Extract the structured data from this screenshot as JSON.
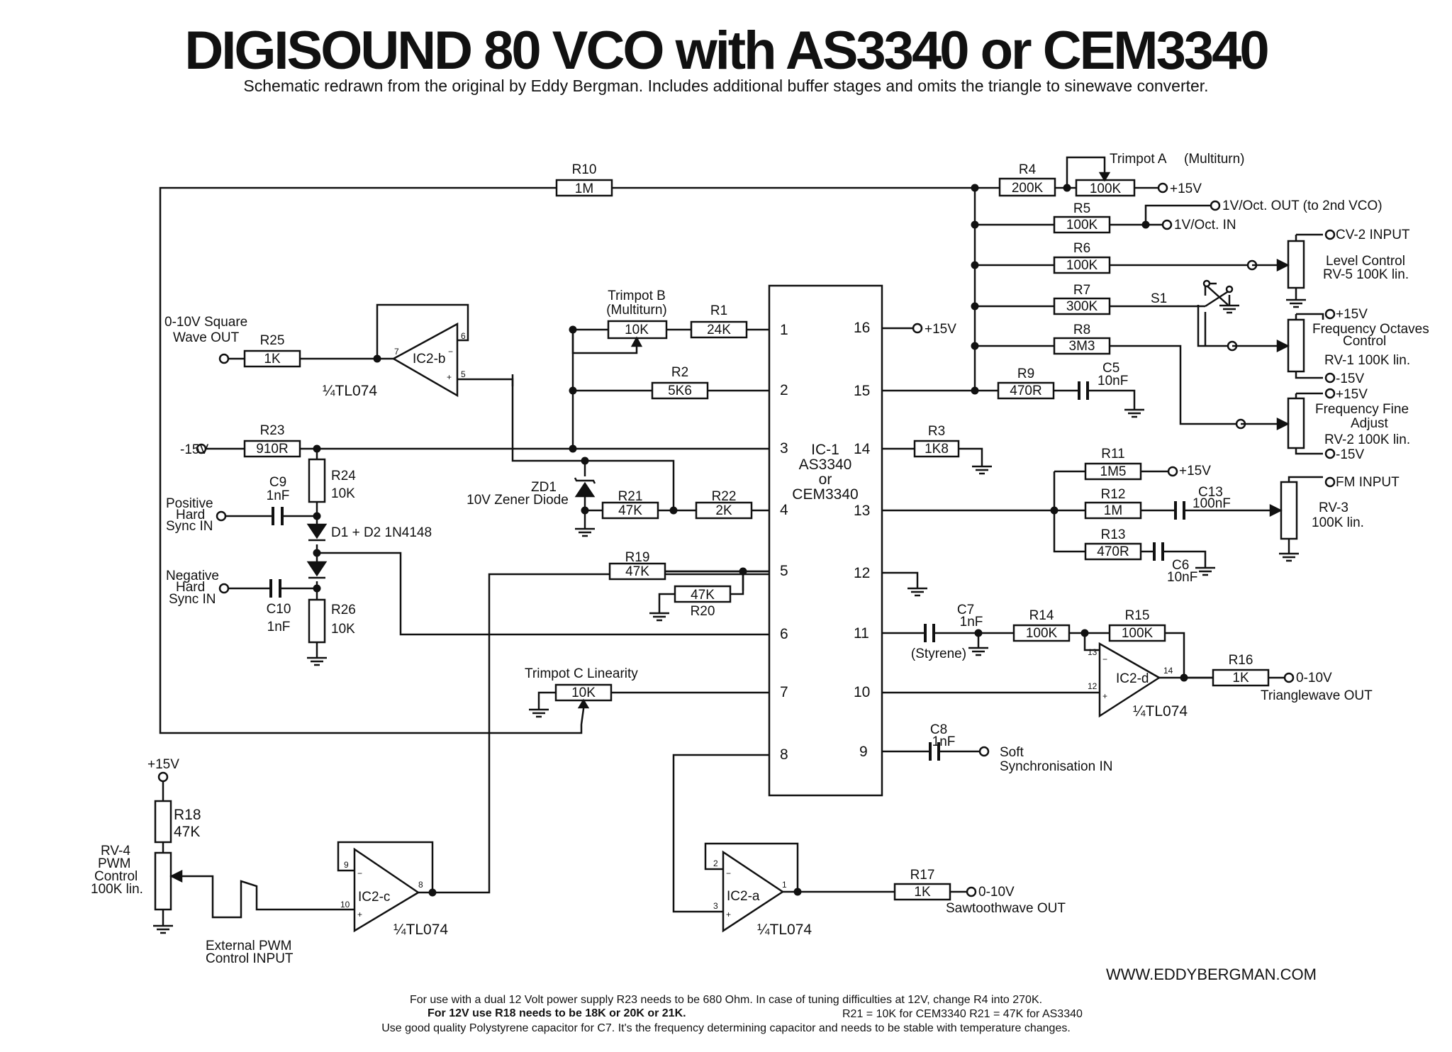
{
  "title": "DIGISOUND 80 VCO with AS3340 or CEM3340",
  "subtitle": "Schematic redrawn from the original by Eddy Bergman. Includes additional buffer stages and omits the triangle to sinewave converter.",
  "ic1": {
    "l1": "IC-1",
    "l2": "AS3340",
    "l3": "or",
    "l4": "CEM3340",
    "pins": [
      "1",
      "2",
      "3",
      "4",
      "5",
      "6",
      "7",
      "8",
      "9",
      "10",
      "11",
      "12",
      "13",
      "14",
      "15",
      "16"
    ]
  },
  "opamps": {
    "b": {
      "name": "IC2-b",
      "part": "¼TL074",
      "pins": [
        "7",
        "6",
        "5"
      ]
    },
    "c": {
      "name": "IC2-c",
      "part": "¼TL074",
      "pins": [
        "9",
        "10",
        "8"
      ]
    },
    "a": {
      "name": "IC2-a",
      "part": "¼TL074",
      "pins": [
        "2",
        "3",
        "1"
      ]
    },
    "d": {
      "name": "IC2-d",
      "part": "¼TL074",
      "pins": [
        "13",
        "12",
        "14"
      ]
    }
  },
  "resistors": {
    "R10": {
      "label": "R10",
      "value": "1M"
    },
    "R4": {
      "label": "R4",
      "value": "200K"
    },
    "trimA": {
      "label": "Trimpot A",
      "sub": "(Multiturn)",
      "value": "100K"
    },
    "R5": {
      "label": "R5",
      "value": "100K"
    },
    "R6": {
      "label": "R6",
      "value": "100K"
    },
    "R7": {
      "label": "R7",
      "value": "300K"
    },
    "R8": {
      "label": "R8",
      "value": "3M3"
    },
    "R9": {
      "label": "R9",
      "value": "470R"
    },
    "trimB": {
      "label": "Trimpot B",
      "sub": "(Multiturn)",
      "value": "10K"
    },
    "R1": {
      "label": "R1",
      "value": "24K"
    },
    "R2": {
      "label": "R2",
      "value": "5K6"
    },
    "R25": {
      "label": "R25",
      "value": "1K"
    },
    "R23": {
      "label": "R23",
      "value": "910R"
    },
    "R24": {
      "label": "R24",
      "value": "10K"
    },
    "R21": {
      "label": "R21",
      "value": "47K"
    },
    "R22": {
      "label": "R22",
      "value": "2K"
    },
    "R19": {
      "label": "R19",
      "value": "47K"
    },
    "R20": {
      "label": "R20",
      "value": "47K"
    },
    "R26": {
      "label": "R26",
      "value": "10K"
    },
    "trimC": {
      "label": "Trimpot C Linearity",
      "value": "10K"
    },
    "R3": {
      "label": "R3",
      "value": "1K8"
    },
    "R11": {
      "label": "R11",
      "value": "1M5"
    },
    "R12": {
      "label": "R12",
      "value": "1M"
    },
    "R13": {
      "label": "R13",
      "value": "470R"
    },
    "R14": {
      "label": "R14",
      "value": "100K"
    },
    "R15": {
      "label": "R15",
      "value": "100K"
    },
    "R16": {
      "label": "R16",
      "value": "1K"
    },
    "R17": {
      "label": "R17",
      "value": "1K"
    },
    "R18": {
      "label": "R18",
      "value": "47K"
    }
  },
  "capacitors": {
    "C5": {
      "label": "C5",
      "value": "10nF"
    },
    "C9": {
      "label": "C9",
      "value": "1nF"
    },
    "C10": {
      "label": "C10",
      "value": "1nF"
    },
    "C13": {
      "label": "C13",
      "value": "100nF"
    },
    "C6": {
      "label": "C6",
      "value": "10nF"
    },
    "C7": {
      "label": "C7",
      "value": "1nF",
      "note": "(Styrene)"
    },
    "C8": {
      "label": "C8",
      "value": "1nF"
    }
  },
  "diodes": {
    "zd1": "ZD1",
    "zd1_desc": "10V Zener Diode",
    "d12": "D1 + D2 1N4148"
  },
  "switch": {
    "s1": "S1"
  },
  "pots": {
    "rv5": {
      "l1": "Level Control",
      "l2": "RV-5 100K lin."
    },
    "rv1": {
      "l1": "Frequency Octaves",
      "l2": "Control",
      "l3": "RV-1 100K lin."
    },
    "rv2": {
      "l1": "Frequency Fine",
      "l2": "Adjust",
      "l3": "RV-2 100K lin."
    },
    "rv3": {
      "l1": "RV-3",
      "l2": "100K lin."
    },
    "rv4": {
      "l1": "RV-4",
      "l2": "PWM",
      "l3": "Control",
      "l4": "100K lin."
    }
  },
  "terminals": {
    "p15": "+15V",
    "m15": "-15V",
    "oct_out": "1V/Oct. OUT (to 2nd VCO)",
    "oct_in": "1V/Oct. IN",
    "cv2": "CV-2 INPUT",
    "fm": "FM INPUT",
    "sq_out_1": "0-10V Square",
    "sq_out_2": "Wave OUT",
    "pos_sync": [
      "Positive",
      "Hard",
      "Sync IN"
    ],
    "neg_sync": [
      "Negative",
      "Hard",
      "Sync IN"
    ],
    "tri_out_v": "0-10V",
    "tri_out": "Trianglewave OUT",
    "saw_out_v": "0-10V",
    "saw_out": "Sawtoothwave OUT",
    "soft_sync_1": "Soft",
    "soft_sync_2": "Synchronisation IN",
    "pwm_in_1": "External PWM",
    "pwm_in_2": "Control INPUT"
  },
  "website": "WWW.EDDYBERGMAN.COM",
  "notes": {
    "n1": "For use with a dual 12 Volt power supply R23 needs to be 680 Ohm. In case of tuning difficulties at 12V, change R4 into 270K.",
    "n2": "For 12V use R18 needs to be 18K or 20K or 21K.",
    "n2b": "R21 = 10K for CEM3340     R21 = 47K for AS3340",
    "n3": "Use good quality Polystyrene capacitor for C7. It's the frequency determining capacitor and needs to be stable with temperature changes."
  }
}
